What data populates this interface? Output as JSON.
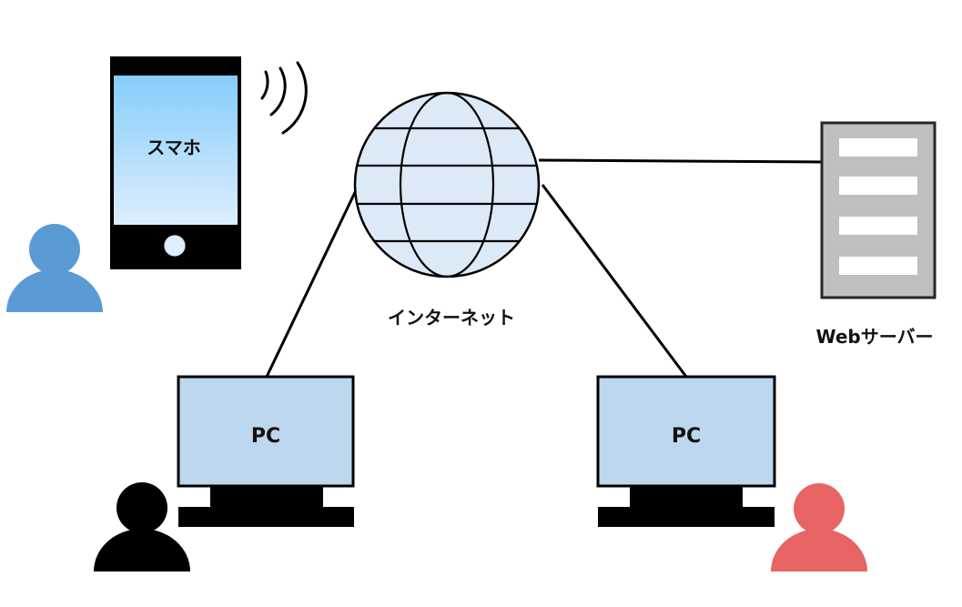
{
  "diagram": {
    "nodes": {
      "smartphone": {
        "label": "スマホ"
      },
      "internet": {
        "label": "インターネット"
      },
      "web_server": {
        "label": "Webサーバー"
      },
      "pc_left": {
        "label": "PC"
      },
      "pc_right": {
        "label": "PC"
      }
    },
    "connections": [
      {
        "from": "internet",
        "to": "web_server",
        "kind": "wired"
      },
      {
        "from": "internet",
        "to": "pc_left",
        "kind": "wired"
      },
      {
        "from": "internet",
        "to": "pc_right",
        "kind": "wired"
      },
      {
        "from": "smartphone",
        "to": "internet",
        "kind": "wireless"
      }
    ],
    "users": [
      {
        "near": "smartphone",
        "color": "#5b9bd5"
      },
      {
        "near": "pc_left",
        "color": "#000000"
      },
      {
        "near": "pc_right",
        "color": "#e86464"
      }
    ]
  },
  "colors": {
    "phone_screen_top": "#85cdfb",
    "phone_screen_bottom": "#ddeefd",
    "globe_fill": "#dce9f6",
    "monitor_screen": "#bdd7ee",
    "server_body": "#bfbfbf",
    "server_slot": "#ffffff",
    "outline": "#000000"
  }
}
